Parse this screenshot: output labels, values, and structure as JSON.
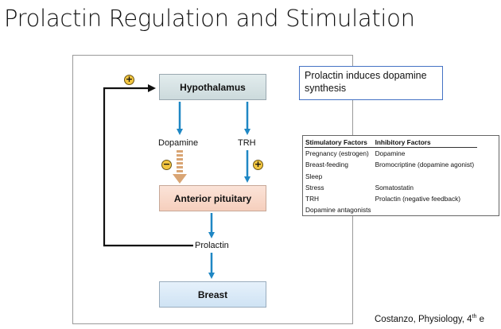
{
  "slide": {
    "title": "Prolactin Regulation and Stimulation"
  },
  "diagram": {
    "hypothalamus": "Hypothalamus",
    "anterior_pituitary": "Anterior pituitary",
    "breast": "Breast",
    "dopamine": "Dopamine",
    "trh": "TRH",
    "prolactin": "Prolactin",
    "plus": "+",
    "minus": "−"
  },
  "callout": {
    "text": "Prolactin induces dopamine synthesis"
  },
  "factors_table": {
    "headers": [
      "Stimulatory Factors",
      "Inhibitory Factors"
    ],
    "rows": [
      [
        "Pregnancy (estrogen)",
        "Dopamine"
      ],
      [
        "Breast-feeding",
        "Bromocriptine (dopamine agonist)"
      ],
      [
        "Sleep",
        ""
      ],
      [
        "Stress",
        "Somatostatin"
      ],
      [
        "TRH",
        "Prolactin (negative feedback)"
      ],
      [
        "Dopamine antagonists",
        ""
      ]
    ]
  },
  "credit": {
    "text": "Costanzo, Physiology, 4",
    "sup": "th",
    "tail": " e"
  },
  "colors": {
    "arrow_blue": "#1f87c4",
    "inhibit_orange": "#d9a574",
    "callout_border": "#4472c4"
  }
}
